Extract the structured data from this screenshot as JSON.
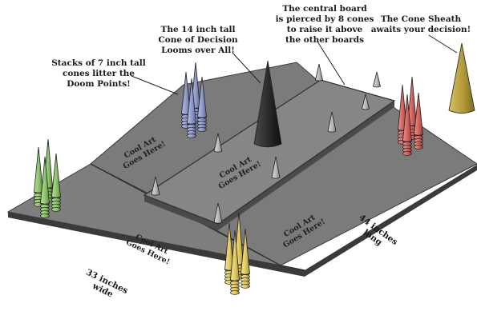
{
  "annotations": {
    "stacks": [
      "Stacks of 7 inch tall",
      "cones litter the",
      "Doom Points!"
    ],
    "cone_of_decision": [
      "The 14 inch tall",
      "Cone of Decision",
      "Looms over All!"
    ],
    "central_board": [
      "The central board",
      "is pierced by 8 cones",
      "to raise it above",
      "the other boards"
    ],
    "cone_sheath": [
      "The Cone Sheath",
      "awaits your decision!"
    ]
  },
  "art_labels": {
    "top_board": [
      "Cool Art",
      "Goes Here!"
    ],
    "central_board": [
      "Cool Art",
      "Goes Here!"
    ],
    "bottom_left_board": [
      "Cool Art",
      "Goes Here!"
    ],
    "bottom_right_board": [
      "Cool Art",
      "Goes Here!"
    ]
  },
  "dimensions": {
    "width": [
      "33 inches",
      "wide"
    ],
    "length": [
      "44 inches",
      "long"
    ]
  },
  "colors": {
    "board": "#7b7b7b",
    "board_edge": "#3a3a3a",
    "central_board": "#868686",
    "cone_spike": "#b8b8b8",
    "cone_blue": "#8e98c8",
    "cone_red": "#cf625c",
    "cone_green": "#8cc26a",
    "cone_yellow": "#e0c860",
    "cone_decision": "#262626",
    "cone_sheath": "#b49a38"
  }
}
